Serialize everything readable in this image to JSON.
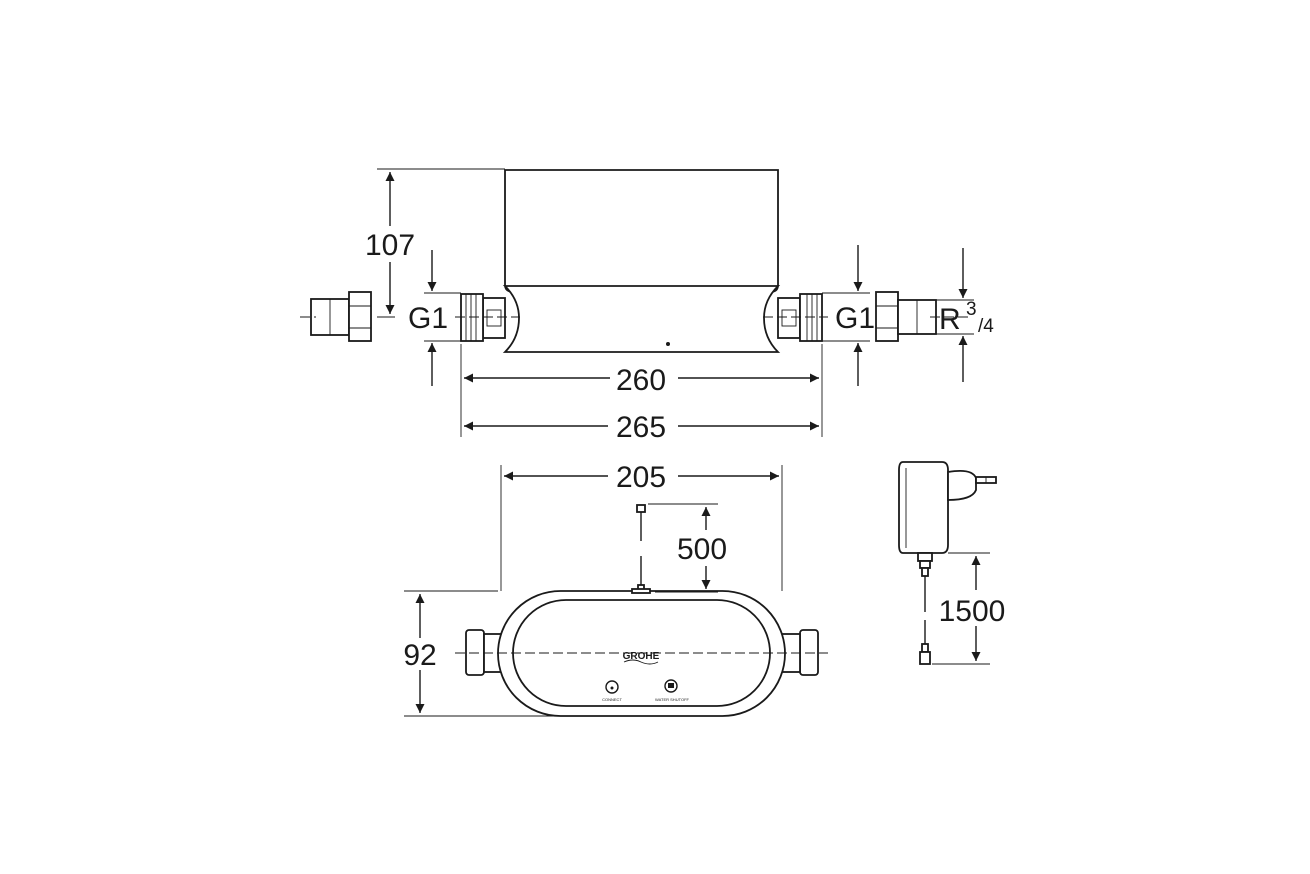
{
  "dimensions": {
    "height_top": "107",
    "thread_left": "G1",
    "thread_right": "G1",
    "thread_outer_prefix": "R",
    "thread_outer_num": "3",
    "thread_outer_den": "/4",
    "length_inner": "260",
    "length_outer": "265",
    "width_body": "205",
    "cable_sensor": "500",
    "height_front": "92",
    "cable_power": "1500"
  },
  "front_panel": {
    "brand": "GROHE",
    "button_left_label": "CONNECT",
    "button_right_label": "WATER SHUTOFF"
  },
  "colors": {
    "line": "#1a1a1a",
    "background": "#ffffff"
  }
}
